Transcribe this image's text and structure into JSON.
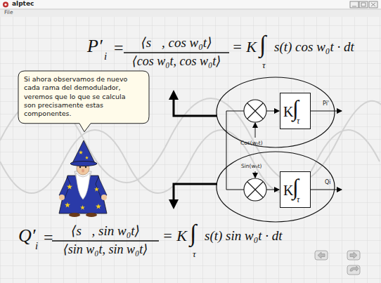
{
  "diagram": {
    "nodes": [
      {
        "text": [
          "Si ahora observamos de nuevo cada rama del demodulador, veremos que lo que se calcula son precisamente estas componentes."
        ]
      },
      {
        "text": [
          "K",
          "∫",
          "τ"
        ]
      },
      {
        "text": [
          "K",
          "∫",
          "τ"
        ]
      }
    ],
    "labels": [
      "alptec",
      "File",
      "P′",
      "i",
      "=",
      "⟨s⃗, cos w₀t⟩",
      "⟨cos w₀t, cos w₀t⟩",
      "= K",
      "∫",
      "τ",
      "s(t) cos w₀t · dt",
      "Cos(w₀t)",
      "Pi'",
      "Sin(w₀t)",
      "Qi",
      "Q′",
      "i",
      "=",
      "⟨s⃗, sin w₀t⟩",
      "⟨sin w₀t, sin w₀t⟩",
      "= K",
      "∫",
      "τ",
      "s(t) sin w₀t · dt"
    ]
  }
}
